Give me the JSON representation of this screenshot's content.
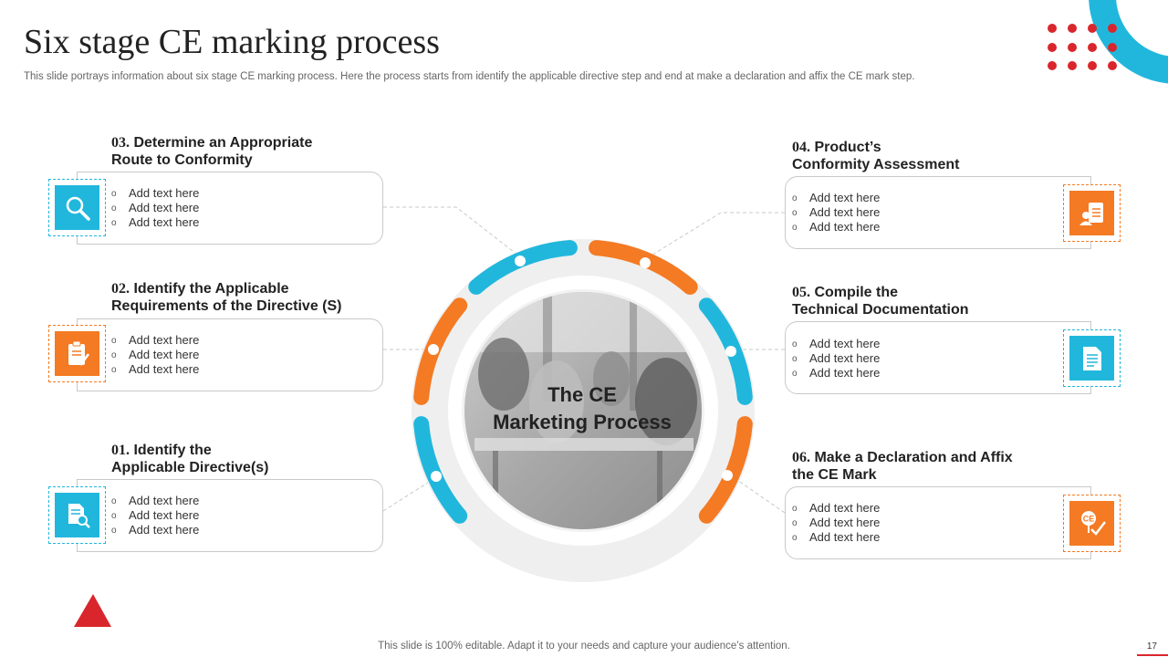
{
  "header": {
    "title": "Six stage CE marking process",
    "subtitle": "This slide portrays information about six stage CE marking process. Here the process starts from identify the applicable directive  step and end at make a declaration and affix the CE mark step."
  },
  "center": {
    "line1": "The CE",
    "line2": "Marketing Process"
  },
  "steps": [
    {
      "num": "01.",
      "line1": "Identify the",
      "line2": "Applicable Directive(s)",
      "bullets": [
        "Add text here",
        "Add text here",
        "Add text here"
      ],
      "icon": "document-search-icon",
      "color": "#21b7dc"
    },
    {
      "num": "02.",
      "line1": "Identify  the Applicable",
      "line2": "Requirements of the Directive (S)",
      "bullets": [
        "Add text here",
        "Add text here",
        "Add text here"
      ],
      "icon": "clipboard-check-icon",
      "color": "#f47a23"
    },
    {
      "num": "03.",
      "line1": "Determine an Appropriate",
      "line2": "Route to Conformity",
      "bullets": [
        "Add text here",
        "Add text here",
        "Add text here"
      ],
      "icon": "magnifier-icon",
      "color": "#21b7dc"
    },
    {
      "num": "04.",
      "line1": "Product’s",
      "line2": "Conformity Assessment",
      "bullets": [
        "Add text here",
        "Add text here",
        "Add text here"
      ],
      "icon": "assessment-clipboard-icon",
      "color": "#f47a23"
    },
    {
      "num": "05.",
      "line1": "Compile the",
      "line2": "Technical Documentation",
      "bullets": [
        "Add text here",
        "Add text here",
        "Add text here"
      ],
      "icon": "document-icon",
      "color": "#21b7dc"
    },
    {
      "num": "06.",
      "line1": "Make a Declaration and Affix",
      "line2": "the CE Mark",
      "bullets": [
        "Add text here",
        "Add text here",
        "Add text here"
      ],
      "icon": "ce-mark-icon",
      "color": "#f47a23"
    }
  ],
  "footer": {
    "text": "This slide is 100% editable. Adapt it to your needs and capture your audience’s attention.",
    "page": "17"
  },
  "colors": {
    "blue": "#21b7dc",
    "orange": "#f47a23",
    "red": "#d9262c"
  }
}
